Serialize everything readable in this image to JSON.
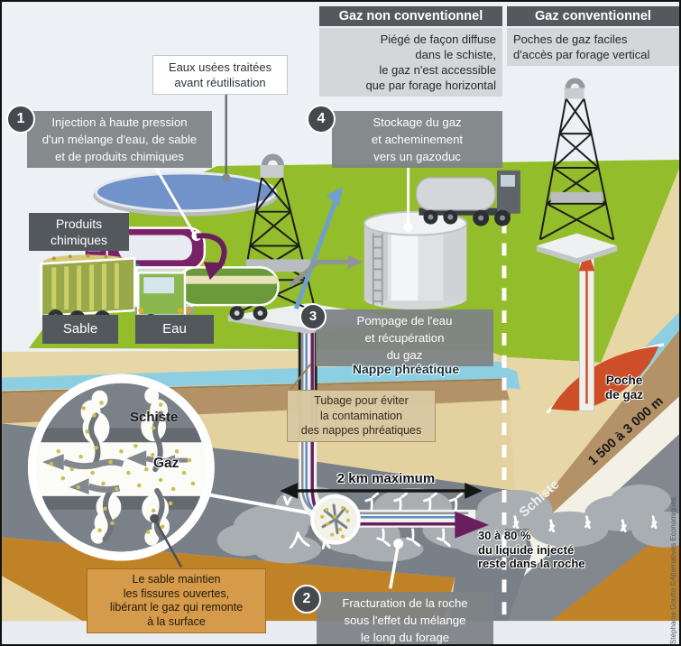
{
  "headers": {
    "nonconv": {
      "title": "Gaz non conventionnel",
      "lines": [
        "Piégé de façon diffuse",
        "dans le schiste,",
        "le gaz n'est accessible",
        "que par forage horizontal"
      ]
    },
    "conv": {
      "title": "Gaz conventionnel",
      "lines": [
        "Poches de gaz faciles",
        "d'accès par forage vertical"
      ]
    }
  },
  "steps": {
    "s1": {
      "num": "1",
      "lines": [
        "Injection à haute pression",
        "d'un mélange d'eau, de sable",
        "et de produits chimiques"
      ]
    },
    "s2": {
      "num": "2",
      "lines": [
        "Fracturation de la roche",
        "sous l'effet du mélange",
        "le long du forage"
      ]
    },
    "s3": {
      "num": "3",
      "lines": [
        "Pompage de l'eau",
        "et récupération",
        "du gaz"
      ]
    },
    "s4": {
      "num": "4",
      "lines": [
        "Stockage du gaz",
        "et acheminement",
        "vers un gazoduc"
      ]
    }
  },
  "callouts": {
    "eaux": [
      "Eaux usées traitées",
      "avant réutilisation"
    ],
    "tubage": [
      "Tubage pour éviter",
      "la contamination",
      "des nappes phréatiques"
    ],
    "sable_note": [
      "Le sable maintien",
      "les fissures ouvertes,",
      "libérant le gaz qui remonte",
      "à la surface"
    ],
    "liquide": [
      "30 à 80 %",
      "du liquide injecté",
      "reste dans la roche"
    ],
    "poche": [
      "Poche",
      "de gaz"
    ]
  },
  "labels": {
    "produits": [
      "Produits",
      "chimiques"
    ],
    "sable": "Sable",
    "eau": "Eau",
    "nappe": "Nappe phréatique",
    "km": "2 km maximum",
    "schiste_circle": "Schiste",
    "gaz": "Gaz",
    "depth": "1 500 à 3 000 m",
    "schiste_right": "Schiste"
  },
  "credit": "Stéphanie Goutte ©Alternatives Economiques",
  "colors": {
    "sky": "#edf1f6",
    "grass": "#93bd2b",
    "sand_tan": "#e8d7a6",
    "water_table_blue": "#8ccfe2",
    "brown_layer": "#b29266",
    "shale_gray": "#7a8087",
    "fracture_cloud": "#a9aeb3",
    "orange_rock": "#c08226",
    "white_band": "#f3f0e6",
    "gas_pocket_red": "#ce4e27",
    "chemical_purple": "#6b1e5e",
    "water_arrow_blue": "#6f9ed1",
    "gas_arrow_gray": "#8f9499",
    "pond_blue": "#7193ca",
    "panel_dark": "#55595d",
    "panel_light": "#d3d7d9"
  }
}
